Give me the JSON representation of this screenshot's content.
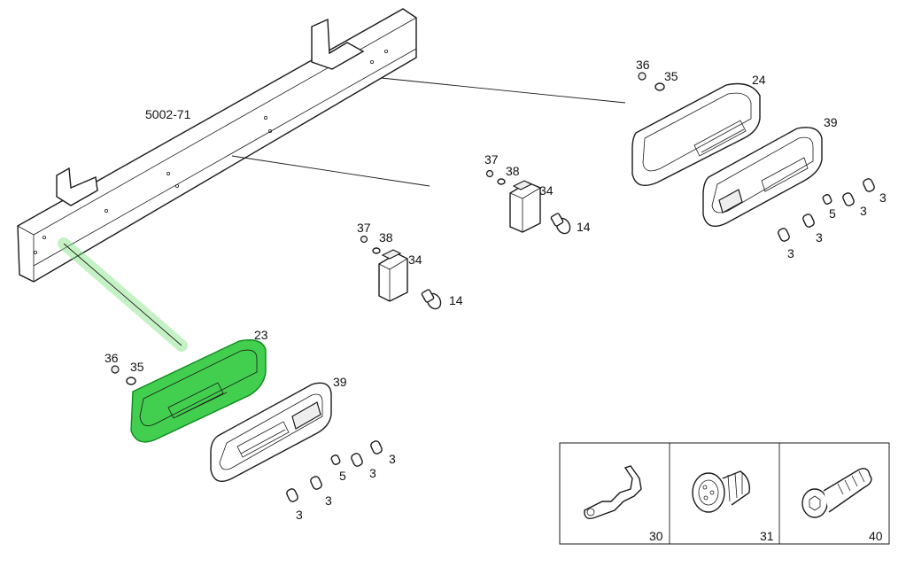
{
  "diagram": {
    "assembly_label": "5002-71",
    "highlight_color": "#2ec93c",
    "callouts": {
      "part_23": "23",
      "part_24": "24",
      "part_39_left": "39",
      "part_39_right": "39",
      "part_36_left": "36",
      "part_35_left": "35",
      "part_36_right": "36",
      "part_35_right": "35",
      "part_37_mid": "37",
      "part_38_mid": "38",
      "part_34_mid": "34",
      "part_14_mid": "14",
      "part_37_top": "37",
      "part_38_top": "38",
      "part_34_top": "34",
      "part_14_top": "14",
      "part_3_left_a": "3",
      "part_3_left_b": "3",
      "part_3_left_c": "3",
      "part_5_left": "5",
      "part_3_right_a": "3",
      "part_3_right_b": "3",
      "part_3_right_c": "3",
      "part_5_right": "5"
    },
    "inset_parts": [
      {
        "label": "30",
        "icon": "terminal-pin-icon"
      },
      {
        "label": "31",
        "icon": "connector-plug-icon"
      },
      {
        "label": "40",
        "icon": "socket-screw-icon"
      }
    ]
  }
}
